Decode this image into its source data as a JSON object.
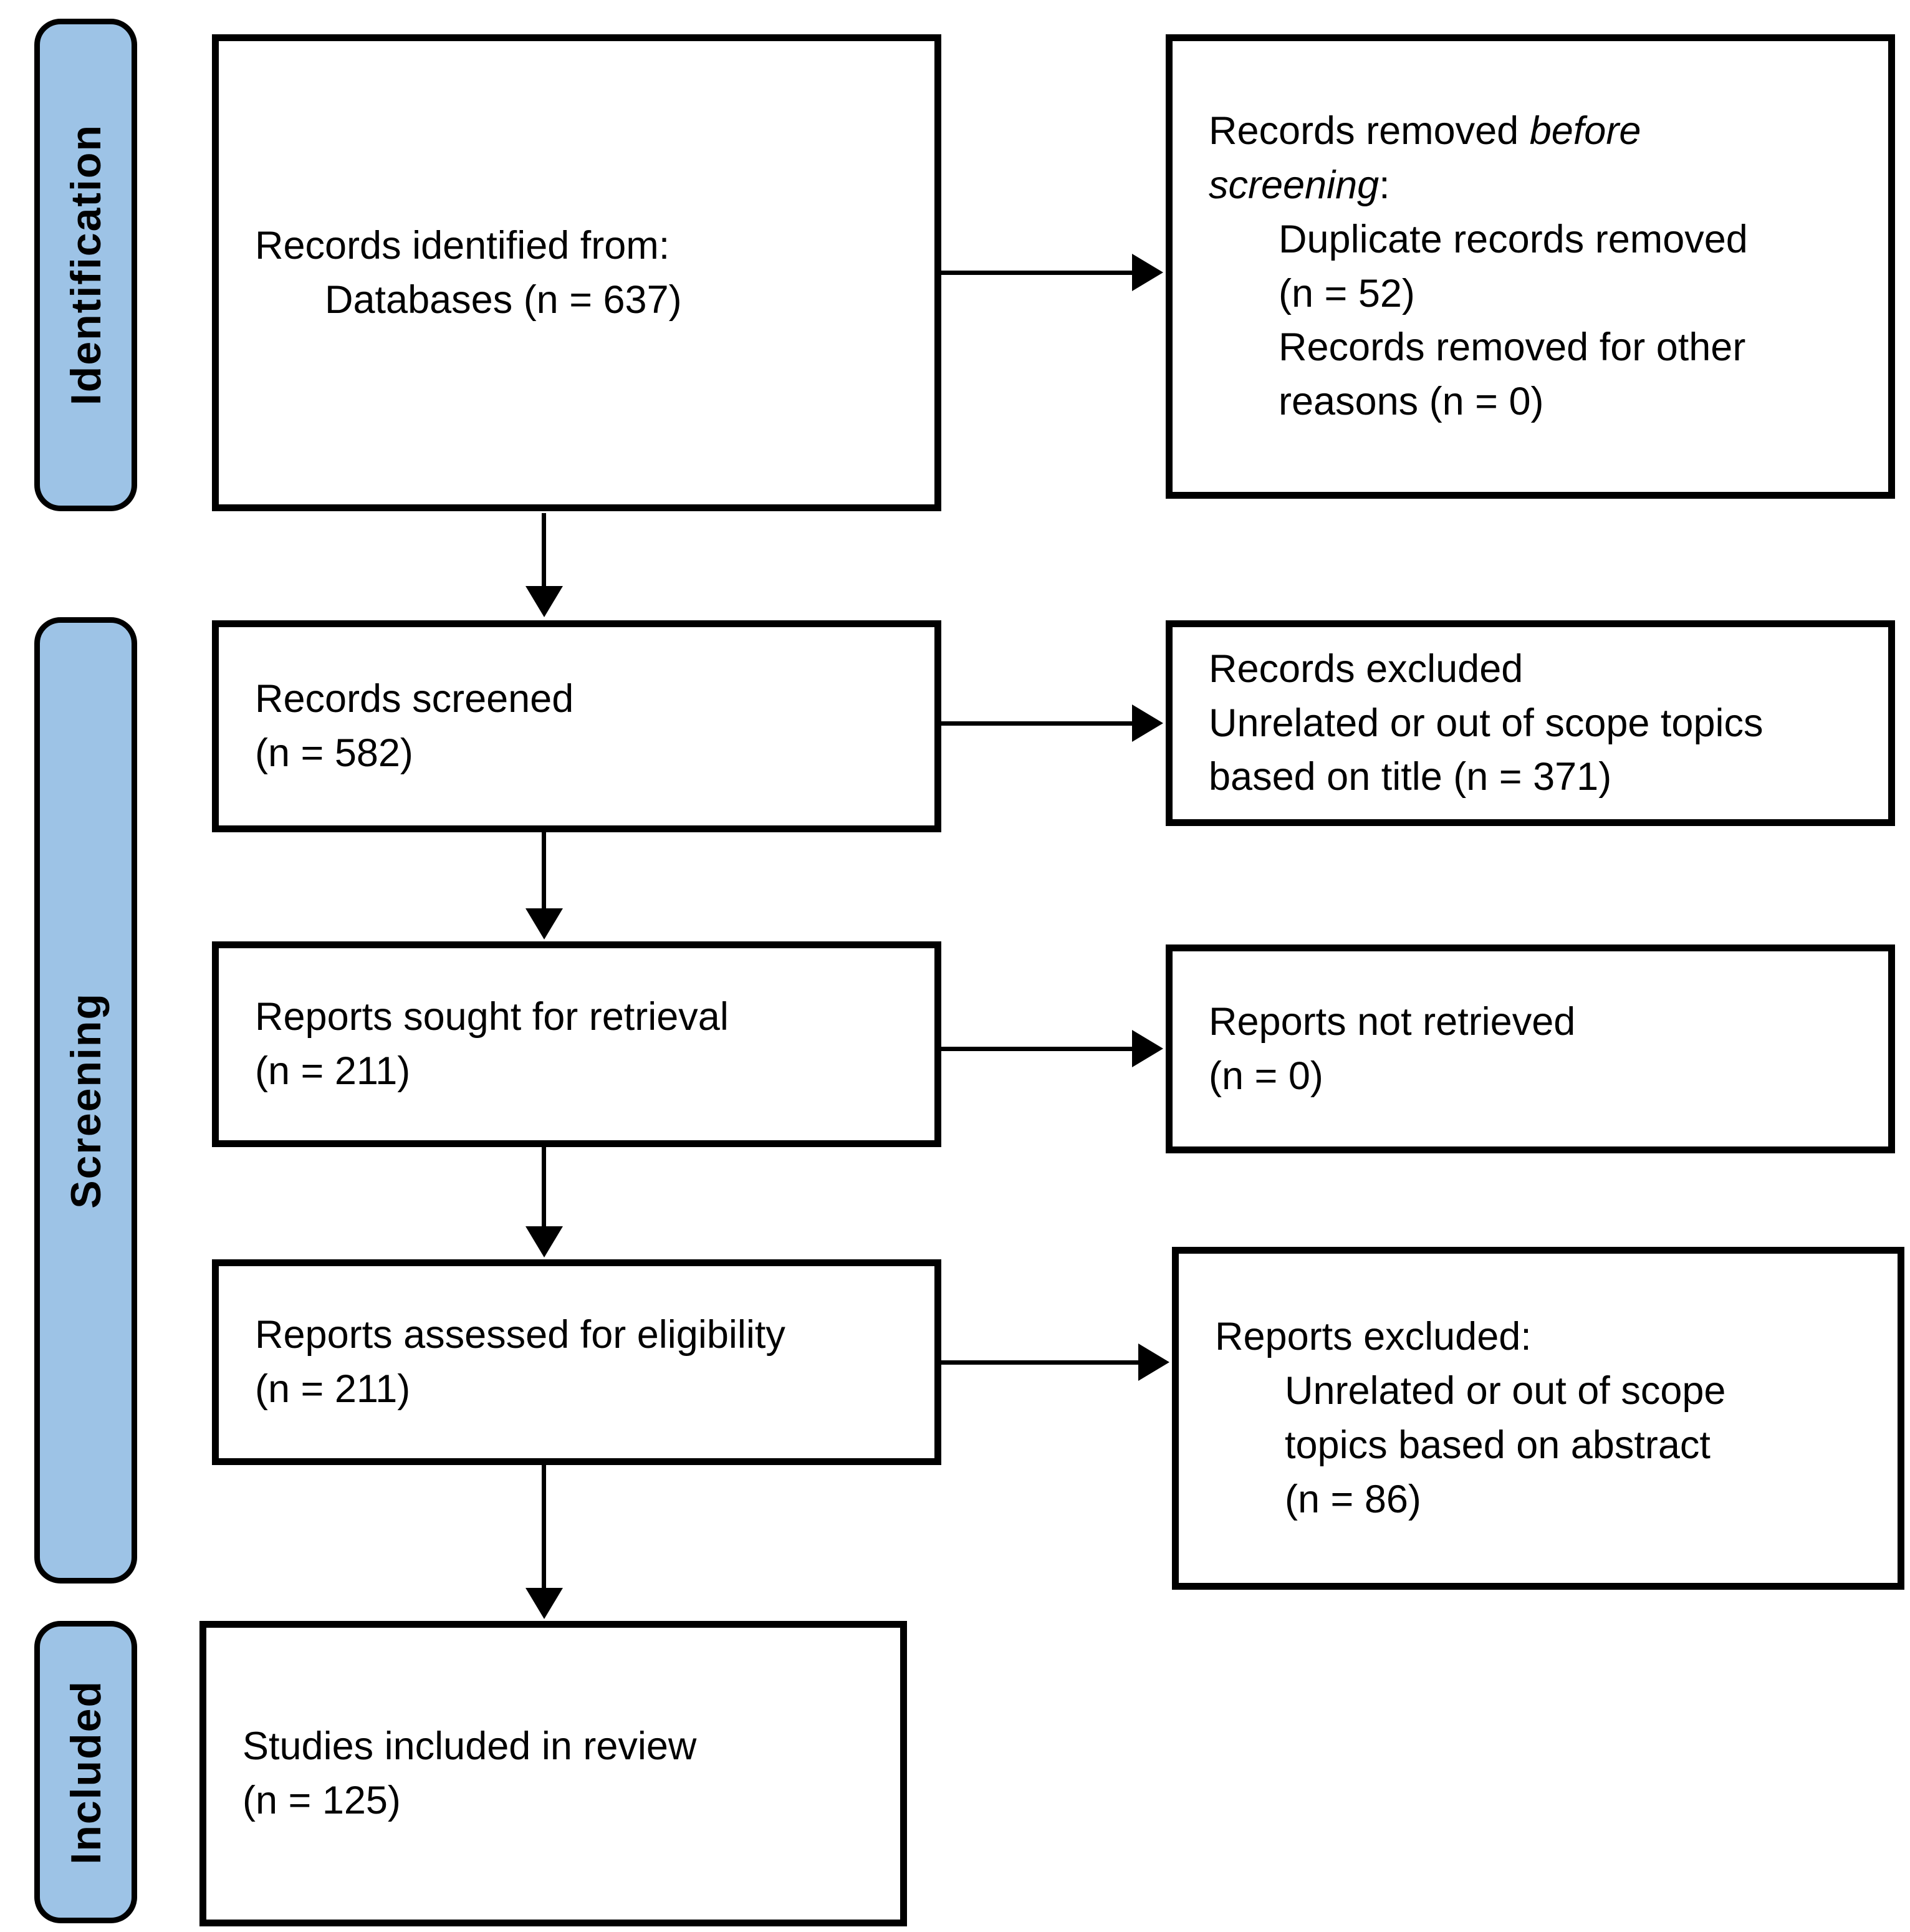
{
  "diagram": {
    "stages": [
      {
        "label": "Identification"
      },
      {
        "label": "Screening"
      },
      {
        "label": "Included"
      }
    ],
    "boxes": {
      "identified": {
        "line1": "Records identified from:",
        "line2": "Databases (n = 637)"
      },
      "removed": {
        "prefix": "Records removed ",
        "italic1": "before",
        "italic2": "screening",
        "colon": ":",
        "sub": [
          "Duplicate records removed",
          "(n = 52)",
          "Records removed for other",
          "reasons (n = 0)"
        ]
      },
      "screened": {
        "line1": "Records screened",
        "line2": "(n = 582)"
      },
      "excluded_title": {
        "line1": "Records excluded",
        "line2": "Unrelated or out of scope topics",
        "line3": "based on title (n = 371)"
      },
      "sought": {
        "line1": "Reports sought for retrieval",
        "line2": "(n = 211)"
      },
      "not_retrieved": {
        "line1": "Reports not retrieved",
        "line2": "(n = 0)"
      },
      "assessed": {
        "line1": "Reports assessed for eligibility",
        "line2": "(n = 211)"
      },
      "excluded_abstract": {
        "line1": "Reports excluded:",
        "sub": [
          "Unrelated or out of scope",
          "topics based on abstract",
          "(n = 86)"
        ]
      },
      "included": {
        "line1": "Studies included in review",
        "line2": "(n = 125)"
      }
    },
    "colors": {
      "stage_fill": "#9DC3E6",
      "border": "#000000",
      "background": "#FFFFFF"
    }
  }
}
